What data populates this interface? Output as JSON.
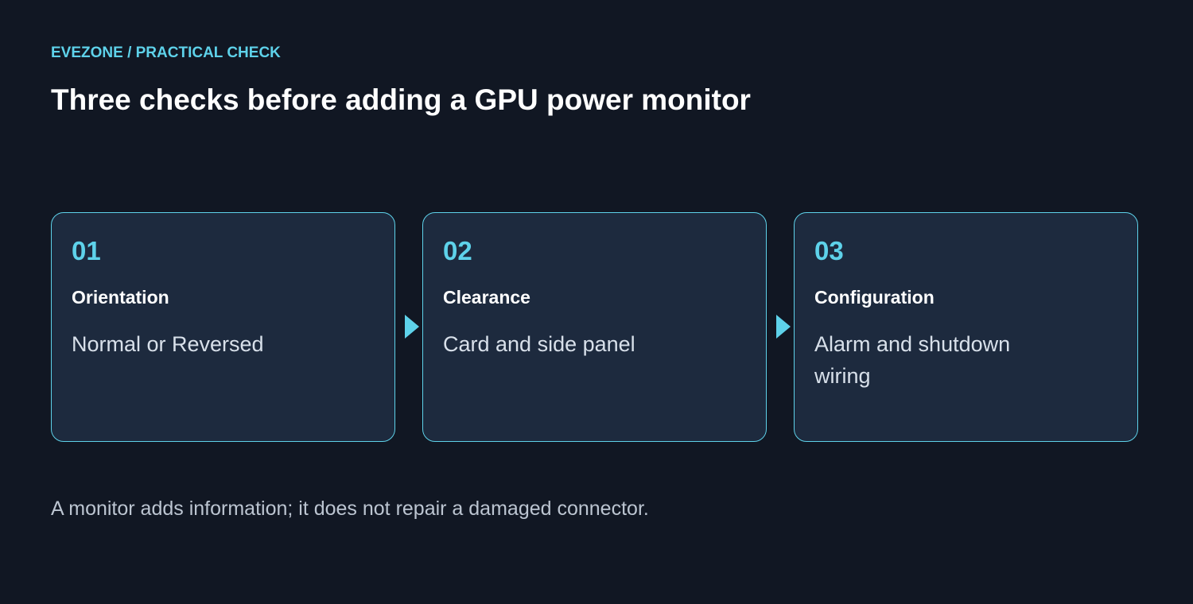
{
  "header": {
    "eyebrow": "EVEZONE / PRACTICAL CHECK",
    "title": "Three checks before adding a GPU power monitor"
  },
  "steps": [
    {
      "number": "01",
      "label": "Orientation",
      "description": "Normal or Reversed"
    },
    {
      "number": "02",
      "label": "Clearance",
      "description": "Card and side panel"
    },
    {
      "number": "03",
      "label": "Configuration",
      "description": "Alarm and shutdown wiring"
    }
  ],
  "footnote": "A monitor adds information; it does not repair a damaged connector.",
  "colors": {
    "background": "#111723",
    "card": "#1d2a3e",
    "accent": "#5ed2ea"
  }
}
